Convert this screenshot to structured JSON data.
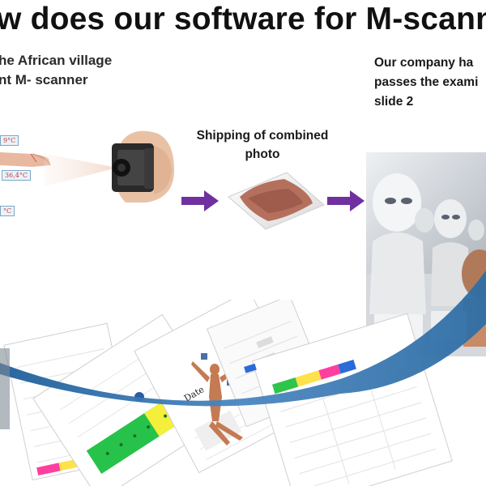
{
  "slide": {
    "title": "w does our software for M-scann",
    "left_text": {
      "line1": "he African village",
      "line2": "nt M- scanner"
    },
    "right_text": {
      "line1": "Our company ha",
      "line2": "passes the exami",
      "line3": "slide 2"
    },
    "shipping_label": "Shipping of combined photo",
    "temp_labels": [
      "9°C",
      "36,4°C",
      "°C"
    ],
    "report_label": "Date",
    "colors": {
      "arrow_purple": "#7030a0",
      "curve_blue": "#2e6da4",
      "title_text": "#111111"
    }
  }
}
